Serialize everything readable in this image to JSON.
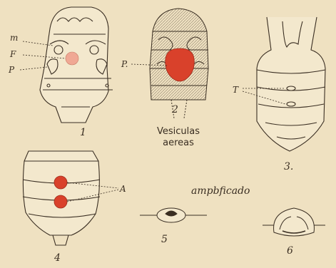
{
  "figures": {
    "fig1": {
      "number": "1",
      "labels": {
        "m": "m",
        "F": "F",
        "P": "P"
      }
    },
    "fig2": {
      "number": "2",
      "label_P": "P.",
      "caption_line1": "Vesiculas",
      "caption_line2": "aereas"
    },
    "fig3": {
      "number": "3.",
      "label_T": "T"
    },
    "fig4": {
      "number": "4",
      "label_A": "A"
    },
    "fig5": {
      "number": "5"
    },
    "fig6": {
      "number": "6"
    }
  },
  "annotation": "ampbficado",
  "colors": {
    "paper": "#efe1c1",
    "ink": "#3a2e22",
    "spot_red": "#d9412b",
    "spot_pink": "#f0a894"
  }
}
